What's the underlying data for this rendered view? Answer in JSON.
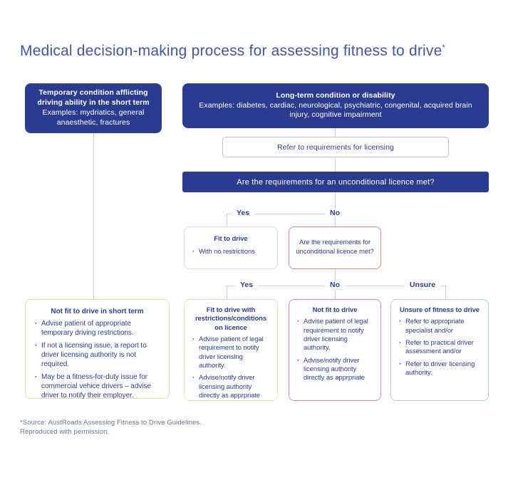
{
  "colors": {
    "navy_fill": "#2b3c90",
    "text_blue": "#2e3f94",
    "title_blue": "#44569e",
    "connector_gray": "#cfd2da",
    "refer_border": "#b9c2dd",
    "green_border": "#cfe3c8",
    "salmon_border": "#df8f7e",
    "gold_border": "#e9d9a8",
    "yellowgreen_border": "#e4e6c3",
    "lightblue_border": "#b3d0e8",
    "footnote_gray": "#687591"
  },
  "header": {
    "title": "Medical decision-making process for assessing fitness to drive",
    "asterisk": "*"
  },
  "flowchart": {
    "temporary": {
      "title": "Temporary condition afflicting driving ability in the short term",
      "examples": "Examples: mydriatics, general anaesthetic, fractures"
    },
    "longterm": {
      "title": "Long-term condition or disability",
      "examples": "Examples: diabetes, cardiac, neurological, psychiatric, congenital, acquired brain injury, cognitive impairment"
    },
    "refer": {
      "label": "Refer to requirements for licensing"
    },
    "decision1": {
      "question": "Are the requirements for an unconditional licence met?",
      "yes": "Yes",
      "no": "No"
    },
    "fit_to_drive": {
      "title": "Fit to drive",
      "bullets": [
        "With no restrictions"
      ]
    },
    "decision2": {
      "question": "Are the requirements for unconditional licence met?",
      "yes": "Yes",
      "no": "No",
      "unsure": "Unsure"
    },
    "not_fit_short_term": {
      "title": "Not fit to drive in short term",
      "bullets": [
        "Advise patient of appropriate temporary driving restrictions.",
        "If not a licensing issue, a report to driver licensing authority is not required.",
        "May be a fitness-for-duty issue for commercial vehice drivers – advise driver to notify their employer."
      ]
    },
    "fit_with_restrictions": {
      "title": "Fit to drive with restrictions/conditions on licence",
      "bullets": [
        "Advise patient of legal requirement to notify driver licensing authority.",
        "Advise/notify driver licensing authority directly as apprpriate"
      ]
    },
    "not_fit": {
      "title": "Not fit to drive",
      "bullets": [
        "Advise patient of legal requirement to notify driver licensing authority.",
        "Advise/notify driver licensing authority directly as apprpriate"
      ]
    },
    "unsure_fitness": {
      "title": "Unsure of fitness to drive",
      "bullets": [
        "Refer to appropriate specialist and/or",
        "Refer to practical driver assessment and/or",
        "Refer to driver licensing authority."
      ]
    }
  },
  "footnote": {
    "line1": "*Source: AustRoads Assessing Fitness to Drive Guidelines.",
    "line2": "Reproduced with permission."
  }
}
